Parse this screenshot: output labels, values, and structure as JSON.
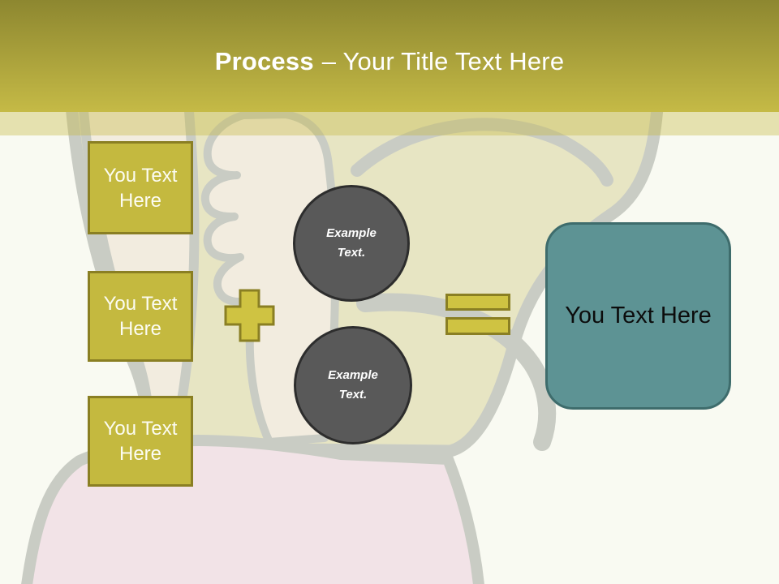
{
  "slide": {
    "header": {
      "title_bold": "Process",
      "title_rest": "– Your Title Text Here"
    },
    "input_boxes": [
      {
        "label": "You Text Here"
      },
      {
        "label": "You Text Here"
      },
      {
        "label": "You Text Here"
      }
    ],
    "example_circles": [
      {
        "label": "Example Text."
      },
      {
        "label": "Example Text."
      }
    ],
    "result_box": {
      "label": "You Text Here"
    },
    "icons": {
      "plus": "plus-sign",
      "equals": "equals-sign"
    },
    "colors": {
      "background": "#f9faf2",
      "header_top": "#8d8730",
      "header_bottom": "#c5ba46",
      "box_olive": "#c4b93f",
      "operator_olive": "#cfc342",
      "olive_border": "#8a7f23",
      "circle_gray": "#595959",
      "circle_border": "#2d2d2d",
      "result_teal": "#5d9394",
      "result_teal_border": "#3e6c6c",
      "illustration_body": "#e7e5c3",
      "illustration_outline": "#c9ccc4",
      "illustration_hand": "#f2ecdf",
      "illustration_pants": "#f2e3e7"
    }
  }
}
